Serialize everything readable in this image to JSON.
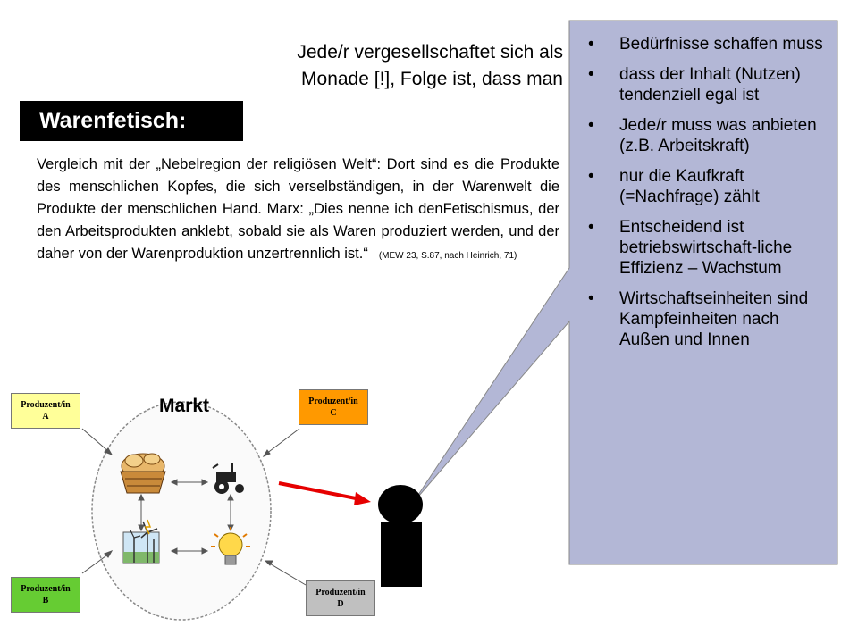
{
  "heading": {
    "line1": "Jede/r vergesellschaftet sich als",
    "line2": "Monade [!], Folge ist, dass man"
  },
  "title": "Warenfetisch:",
  "quote": {
    "text": "Vergleich mit der „Nebelregion der religiösen Welt“: Dort sind es die Produkte des menschlichen Kopfes, die sich verselbständigen, in der Warenwelt die Produkte der menschlichen Hand. Marx: „Dies nenne ich denFetischismus, der den Arbeitsprodukten anklebt, sobald sie als Waren produziert werden, und der daher von der Warenproduktion unzertrennlich ist.“",
    "citation": "(MEW 23, S.87, nach Heinrich, 71)"
  },
  "callout": {
    "items": [
      "Bedürfnisse schaffen muss",
      "dass der Inhalt (Nutzen) tendenziell egal ist",
      "Jede/r muss was anbieten (z.B. Arbeitskraft)",
      "nur die Kaufkraft (=Nachfrage) zählt",
      "Entscheidend ist betriebswirtschaft-liche Effizienz – Wachstum",
      "Wirtschaftseinheiten sind Kampfeinheiten nach Außen und Innen"
    ],
    "background": "#b3b7d6"
  },
  "diagram": {
    "center_label": "Markt",
    "producers": [
      {
        "line1": "Produzent/in",
        "line2": "A",
        "color": "#ffff99"
      },
      {
        "line1": "Produzent/in",
        "line2": "C",
        "color": "#ff9900"
      },
      {
        "line1": "Produzent/in",
        "line2": "B",
        "color": "#66cc33"
      },
      {
        "line1": "Produzent/in",
        "line2": "D",
        "color": "#c0c0c0"
      }
    ],
    "icons": [
      "bread-basket-icon",
      "tractor-icon",
      "wind-turbines-icon",
      "light-bulb-icon"
    ]
  },
  "colors": {
    "arrow_red": "#e60000"
  }
}
